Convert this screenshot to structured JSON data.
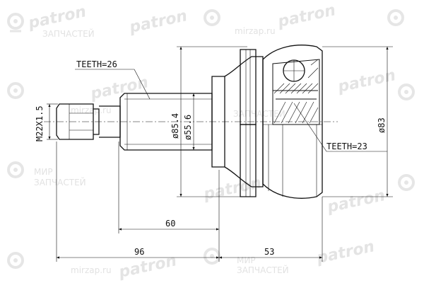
{
  "watermark": {
    "brand": "patron",
    "store_line1": "МИР",
    "store_line2": "ЗАПЧАСТЕЙ",
    "site": "mirzap.ru"
  },
  "dimensions": {
    "teeth_outer": "TEETH=26",
    "teeth_inner": "TEETH=23",
    "thread": "M22X1.5",
    "dia_1": "ø85.4",
    "dia_2": "ø55.6",
    "dia_outer": "ø83",
    "len_shaft": "60",
    "len_total": "96",
    "len_housing": "53"
  }
}
